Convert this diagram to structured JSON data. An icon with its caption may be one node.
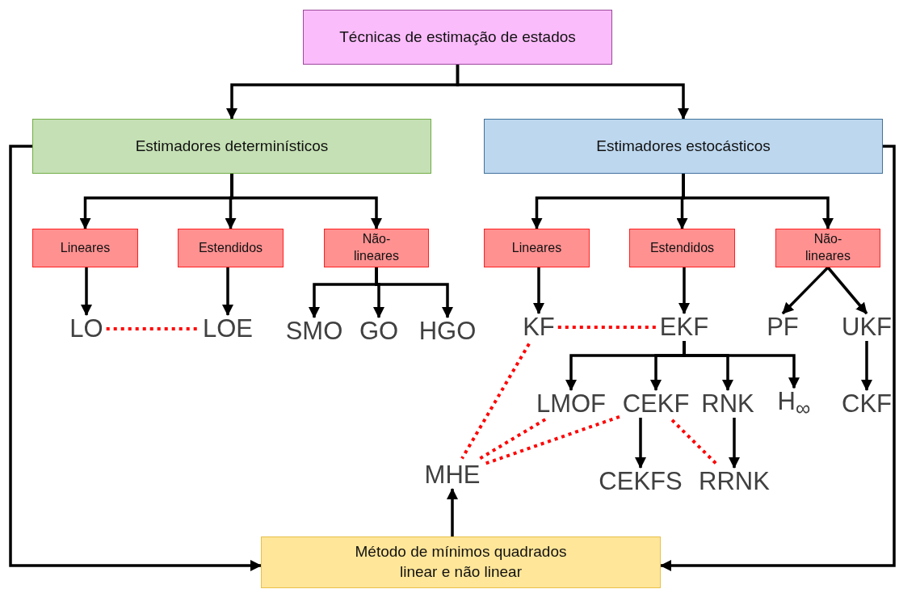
{
  "diagram": {
    "nodes": [
      {
        "text": [
          "Técnicas de estimação de estados"
        ]
      },
      {
        "text": [
          "Estimadores determinísticos"
        ]
      },
      {
        "text": [
          "Estimadores estocásticos"
        ]
      },
      {
        "text": [
          "Lineares"
        ]
      },
      {
        "text": [
          "Estendidos"
        ]
      },
      {
        "text": [
          "Não-lineares"
        ]
      },
      {
        "text": [
          "Lineares"
        ]
      },
      {
        "text": [
          "Estendidos"
        ]
      },
      {
        "text": [
          "Não-lineares"
        ]
      },
      {
        "text": [
          "LO"
        ]
      },
      {
        "text": [
          "LOE"
        ]
      },
      {
        "text": [
          "SMO"
        ]
      },
      {
        "text": [
          "GO"
        ]
      },
      {
        "text": [
          "HGO"
        ]
      },
      {
        "text": [
          "KF"
        ]
      },
      {
        "text": [
          "EKF"
        ]
      },
      {
        "text": [
          "PF"
        ]
      },
      {
        "text": [
          "UKF"
        ]
      },
      {
        "text": [
          "LMOF"
        ]
      },
      {
        "text": [
          "CEKF"
        ]
      },
      {
        "text": [
          "RNK"
        ]
      },
      {
        "text": [
          "H$_{∞}$"
        ]
      },
      {
        "text": [
          "CKF"
        ]
      },
      {
        "text": [
          "MHE"
        ]
      },
      {
        "text": [
          "CEKFS"
        ]
      },
      {
        "text": [
          "RRNK"
        ]
      },
      {
        "text": [
          "Método de mínimos quadrados linear e não linear"
        ]
      }
    ],
    "edges": [
      {
        "from": 0,
        "to": 1,
        "arrow": "to"
      },
      {
        "from": 0,
        "to": 2,
        "arrow": "to"
      },
      {
        "from": 1,
        "to": 3,
        "arrow": "to"
      },
      {
        "from": 1,
        "to": 4,
        "arrow": "to"
      },
      {
        "from": 1,
        "to": 5,
        "arrow": "to"
      },
      {
        "from": 2,
        "to": 6,
        "arrow": "to"
      },
      {
        "from": 2,
        "to": 7,
        "arrow": "to"
      },
      {
        "from": 2,
        "to": 8,
        "arrow": "to"
      },
      {
        "from": 3,
        "to": 9,
        "arrow": "to"
      },
      {
        "from": 4,
        "to": 10,
        "arrow": "to"
      },
      {
        "from": 5,
        "to": 11,
        "arrow": "to"
      },
      {
        "from": 5,
        "to": 12,
        "arrow": "to"
      },
      {
        "from": 5,
        "to": 13,
        "arrow": "to"
      },
      {
        "from": 6,
        "to": 14,
        "arrow": "to"
      },
      {
        "from": 7,
        "to": 15,
        "arrow": "to"
      },
      {
        "from": 8,
        "to": 16,
        "arrow": "to"
      },
      {
        "from": 8,
        "to": 17,
        "arrow": "to"
      },
      {
        "from": 17,
        "to": 22,
        "arrow": "to"
      },
      {
        "from": 15,
        "to": 18,
        "arrow": "to"
      },
      {
        "from": 15,
        "to": 19,
        "arrow": "to"
      },
      {
        "from": 15,
        "to": 20,
        "arrow": "to"
      },
      {
        "from": 15,
        "to": 21,
        "arrow": "to"
      },
      {
        "from": 19,
        "to": 24,
        "arrow": "to"
      },
      {
        "from": 20,
        "to": 25,
        "arrow": "to"
      },
      {
        "from": 9,
        "to": 10,
        "arrow": "none",
        "style": "dashed",
        "color": "#ff0000"
      },
      {
        "from": 14,
        "to": 15,
        "arrow": "none",
        "style": "dashed",
        "color": "#ff0000"
      },
      {
        "from": 14,
        "to": 23,
        "arrow": "none",
        "style": "dashed",
        "color": "#ff0000"
      },
      {
        "from": 18,
        "to": 23,
        "arrow": "none",
        "style": "dashed",
        "color": "#ff0000"
      },
      {
        "from": 19,
        "to": 23,
        "arrow": "none",
        "style": "dashed",
        "color": "#ff0000"
      },
      {
        "from": 19,
        "to": 25,
        "arrow": "none",
        "style": "dashed",
        "color": "#ff0000"
      },
      {
        "from": 26,
        "to": 23,
        "arrow": "to"
      },
      {
        "from": 1,
        "to": 26,
        "arrow": "to"
      },
      {
        "from": 2,
        "to": 26,
        "arrow": "to"
      }
    ]
  }
}
